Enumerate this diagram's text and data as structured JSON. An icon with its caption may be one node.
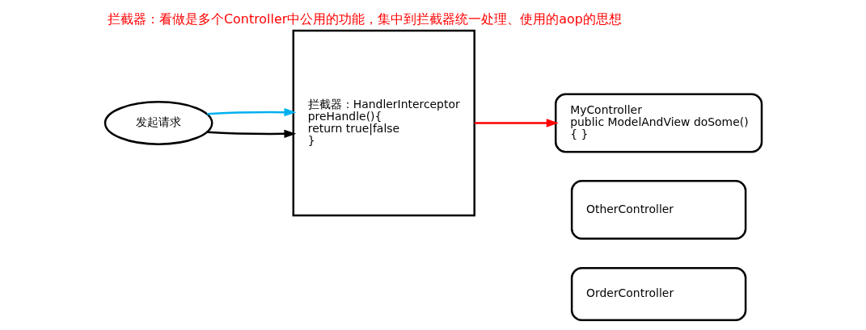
{
  "diagram": {
    "title": "拦截器：看做是多个Controller中公用的功能，集中到拦截器统一处理、使用的aop的思想",
    "nodes": [
      {
        "text": [
          "发起请求"
        ]
      },
      {
        "text": [
          "拦截器：HandlerInterceptor",
          "preHandle(){",
          "return true|false",
          "}"
        ]
      },
      {
        "text": [
          "MyController",
          "public ModelAndView doSome()",
          "{ }"
        ]
      },
      {
        "text": [
          "OtherController"
        ]
      },
      {
        "text": [
          "OrderController"
        ]
      }
    ],
    "edges": [
      {
        "from": 0,
        "to": 1,
        "arrow": "to"
      },
      {
        "from": 0,
        "to": 1,
        "arrow": "to",
        "color": "#00b0f0"
      },
      {
        "from": 1,
        "to": 2,
        "arrow": "to",
        "color": "#ff0000"
      }
    ]
  }
}
